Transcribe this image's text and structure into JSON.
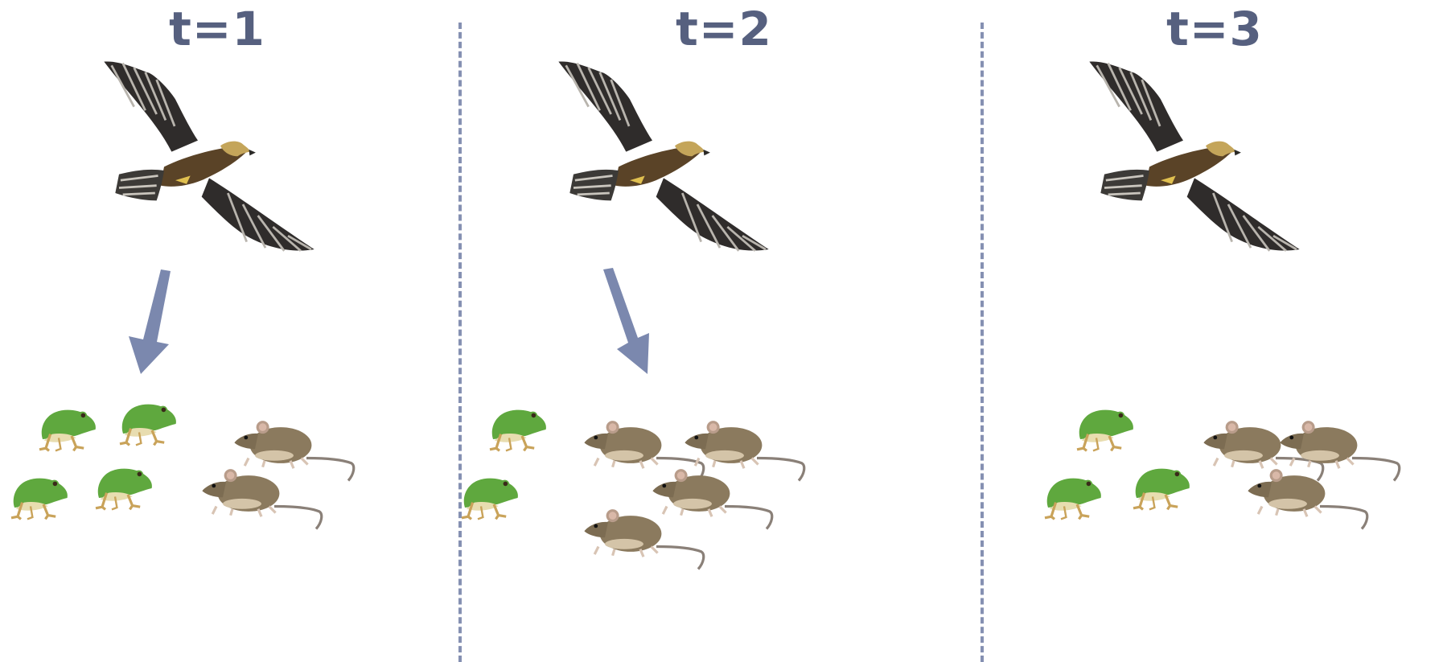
{
  "panels": [
    {
      "title": "t=1",
      "frogs": 4,
      "mice": 2,
      "arrow": "down-left"
    },
    {
      "title": "t=2",
      "frogs": 2,
      "mice": 4,
      "arrow": "down-right"
    },
    {
      "title": "t=3",
      "frogs": 3,
      "mice": 3,
      "arrow": "none"
    }
  ],
  "colors": {
    "title": "#56607f",
    "divider": "#8590b2",
    "arrow": "#7b88ae",
    "frog": "#5fa83e",
    "mouse": "#8b7a5e",
    "eagle": "#3a3530"
  },
  "icons": [
    "eagle-icon",
    "frog-icon",
    "mouse-icon",
    "arrow-icon"
  ]
}
